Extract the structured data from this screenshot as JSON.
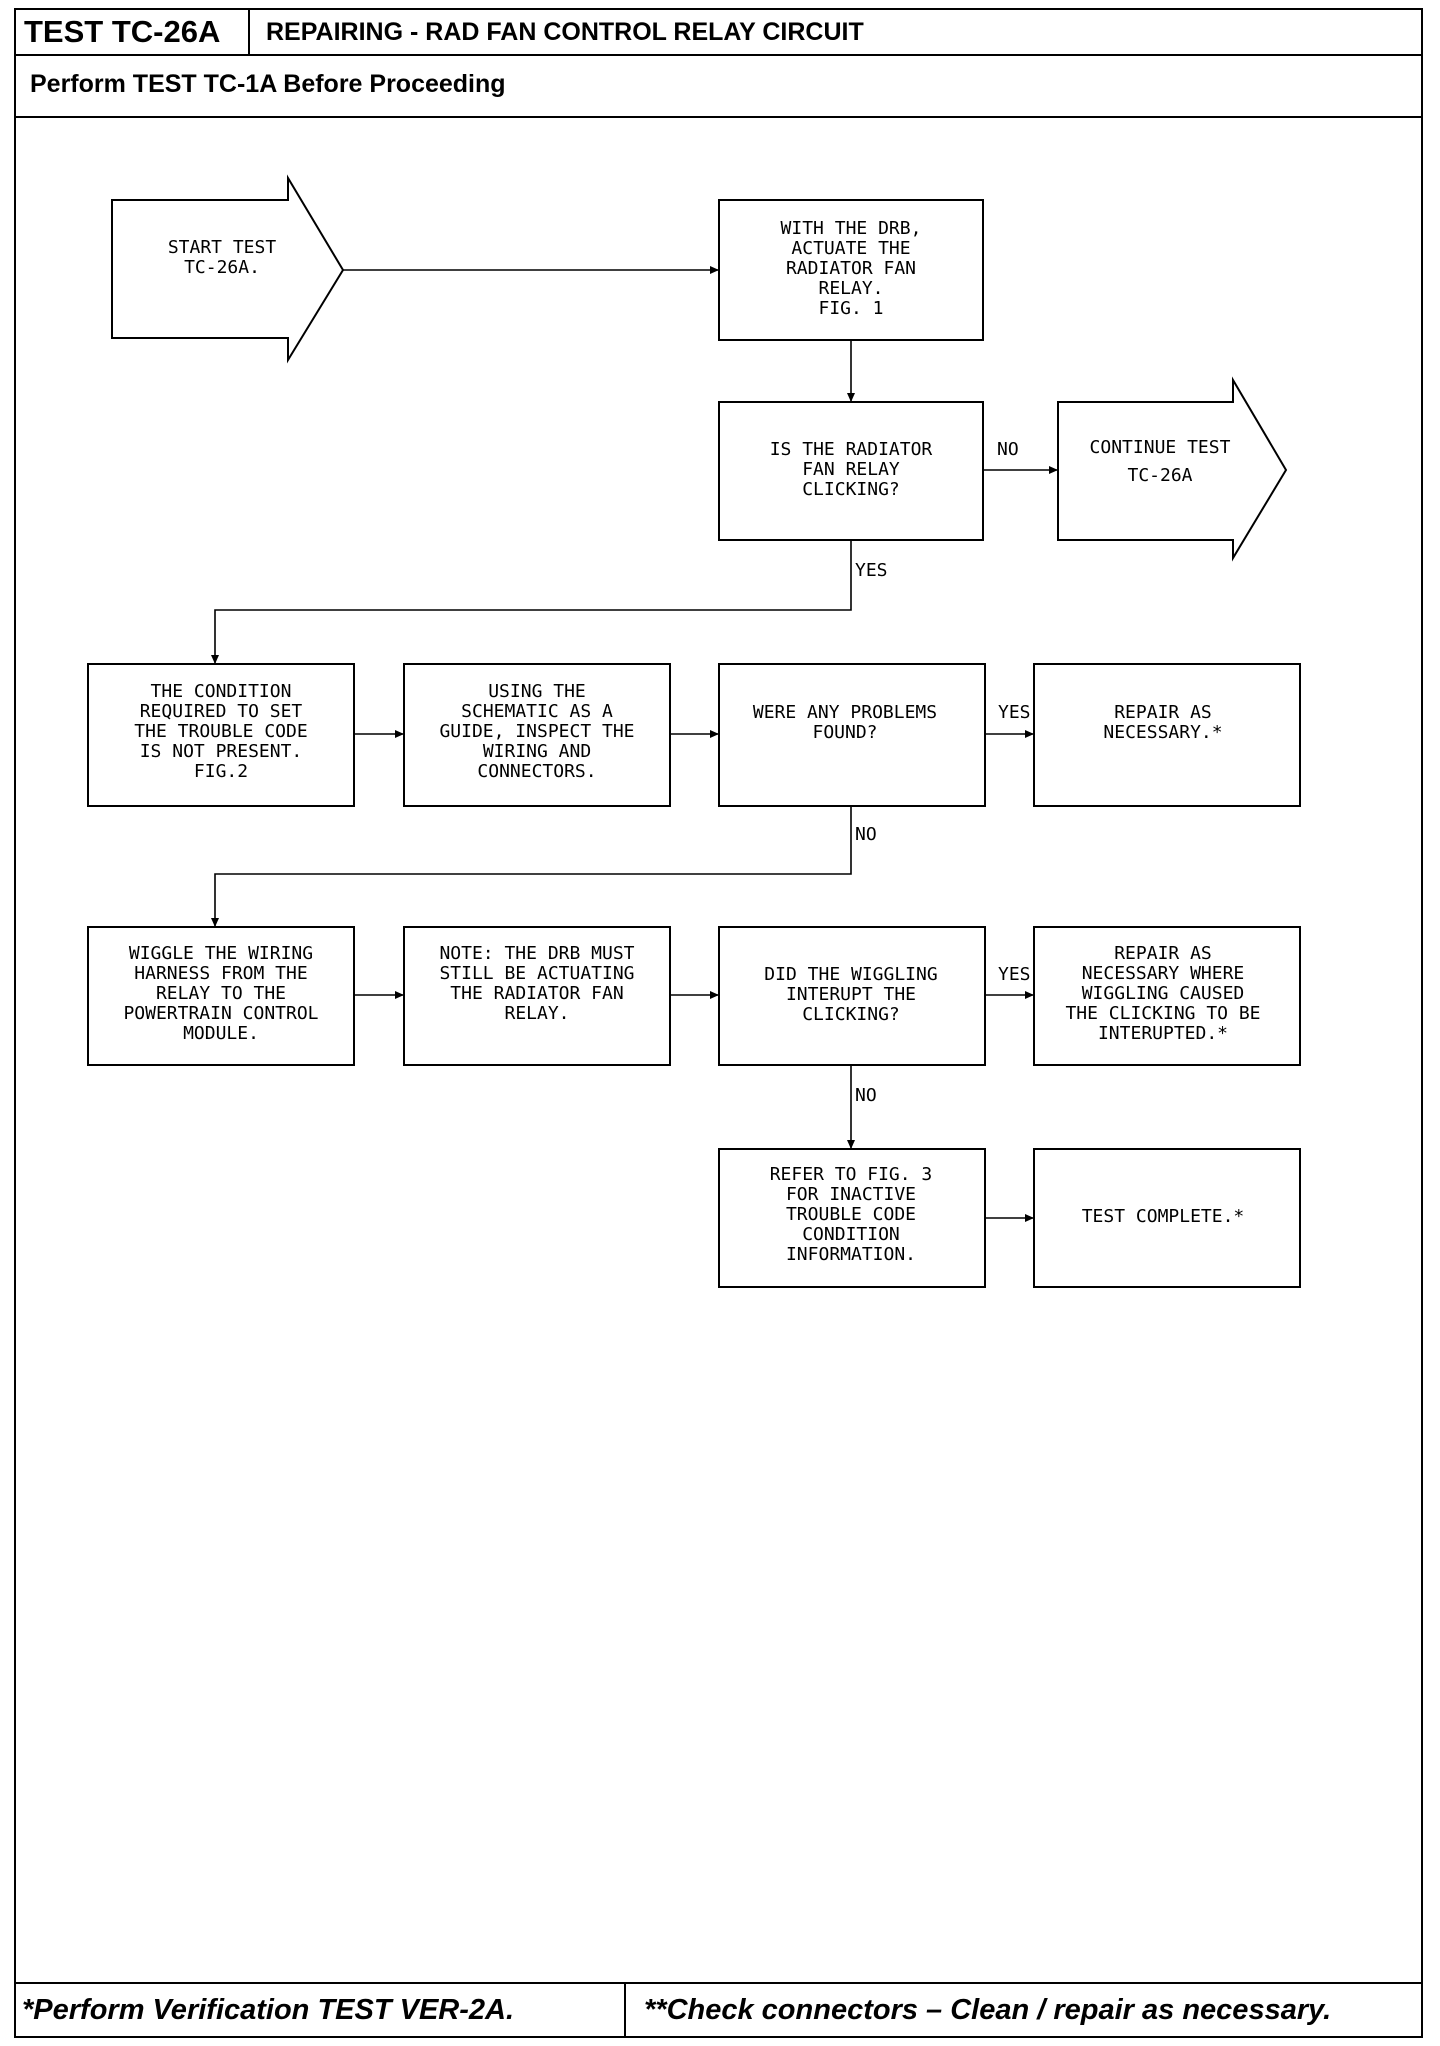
{
  "header": {
    "test_id": "TEST TC-26A",
    "title": "REPAIRING - RAD FAN CONTROL RELAY CIRCUIT",
    "prerequisite": "Perform TEST TC-1A Before Proceeding"
  },
  "flowchart": {
    "start": [
      "START TEST",
      "TC-26A."
    ],
    "actuate": [
      "WITH THE DRB,",
      "ACTUATE THE",
      "RADIATOR FAN",
      "RELAY.",
      "FIG. 1"
    ],
    "clicking_question": [
      "IS THE RADIATOR",
      "FAN RELAY",
      "CLICKING?"
    ],
    "continue_test": [
      "CONTINUE TEST",
      "TC-26A"
    ],
    "condition_not_present": [
      "THE CONDITION",
      "REQUIRED TO SET",
      "THE TROUBLE CODE",
      "IS NOT PRESENT.",
      "FIG.2"
    ],
    "inspect_wiring": [
      "USING THE",
      "SCHEMATIC AS A",
      "GUIDE, INSPECT THE",
      "WIRING AND",
      "CONNECTORS."
    ],
    "problems_question": [
      "WERE ANY PROBLEMS",
      "FOUND?"
    ],
    "repair_as_necessary": [
      "REPAIR AS",
      "NECESSARY.*"
    ],
    "wiggle_wiring": [
      "WIGGLE THE WIRING",
      "HARNESS FROM THE",
      "RELAY TO THE",
      "POWERTRAIN CONTROL",
      "MODULE."
    ],
    "drb_note": [
      "NOTE: THE DRB MUST",
      "STILL BE ACTUATING",
      "THE RADIATOR FAN",
      "RELAY."
    ],
    "wiggling_question": [
      "DID THE WIGGLING",
      "INTERUPT THE",
      "CLICKING?"
    ],
    "repair_where_wiggling": [
      "REPAIR AS",
      "NECESSARY WHERE",
      "WIGGLING CAUSED",
      "THE CLICKING TO BE",
      "INTERUPTED.*"
    ],
    "refer_fig3": [
      "REFER TO FIG. 3",
      "FOR INACTIVE",
      "TROUBLE CODE",
      "CONDITION",
      "INFORMATION."
    ],
    "test_complete": [
      "TEST COMPLETE.*"
    ],
    "labels": {
      "no1": "NO",
      "yes1": "YES",
      "yes2": "YES",
      "no2": "NO",
      "yes3": "YES",
      "no3": "NO"
    }
  },
  "footer": {
    "note1": "*Perform Verification TEST VER-2A.",
    "note2": "**Check connectors – Clean / repair as necessary."
  }
}
